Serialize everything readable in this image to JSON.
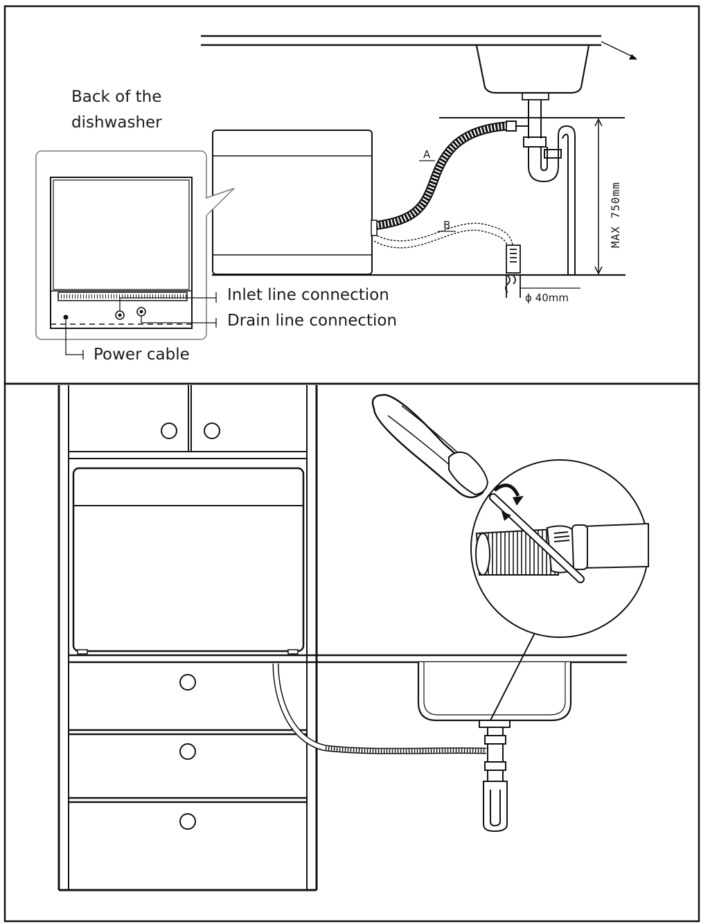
{
  "top_panel": {
    "back_label_line1": "Back of the",
    "back_label_line2": "dishwasher",
    "inlet_label": "Inlet line connection",
    "drain_label": "Drain line connection",
    "power_label": "Power cable",
    "hose_a_label": "A",
    "hose_b_label": "B",
    "max_height_label": "MAX 750mm",
    "diameter_label": "ϕ 40mm"
  },
  "colors": {
    "line": "#111111",
    "background": "#ffffff"
  }
}
